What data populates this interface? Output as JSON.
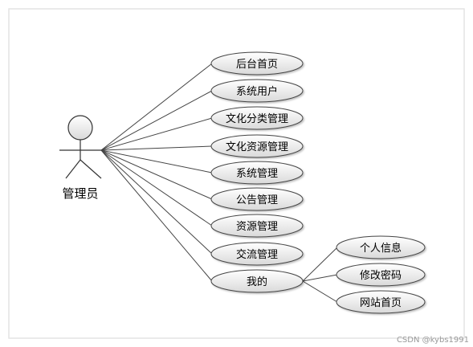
{
  "actor": {
    "label": "管理员"
  },
  "use_cases": [
    {
      "label": "后台首页"
    },
    {
      "label": "系统用户"
    },
    {
      "label": "文化分类管理"
    },
    {
      "label": "文化资源管理"
    },
    {
      "label": "系统管理"
    },
    {
      "label": "公告管理"
    },
    {
      "label": "资源管理"
    },
    {
      "label": "交流管理"
    },
    {
      "label": "我的"
    }
  ],
  "sub_use_cases": [
    {
      "label": "个人信息"
    },
    {
      "label": "修改密码"
    },
    {
      "label": "网站首页"
    }
  ],
  "watermark": "CSDN @kybs1991",
  "colors": {
    "ellipse_fill_top": "#ffffff",
    "ellipse_fill_bottom": "#dcdcdc",
    "stroke": "#444444",
    "frame": "#e4e4e4"
  }
}
